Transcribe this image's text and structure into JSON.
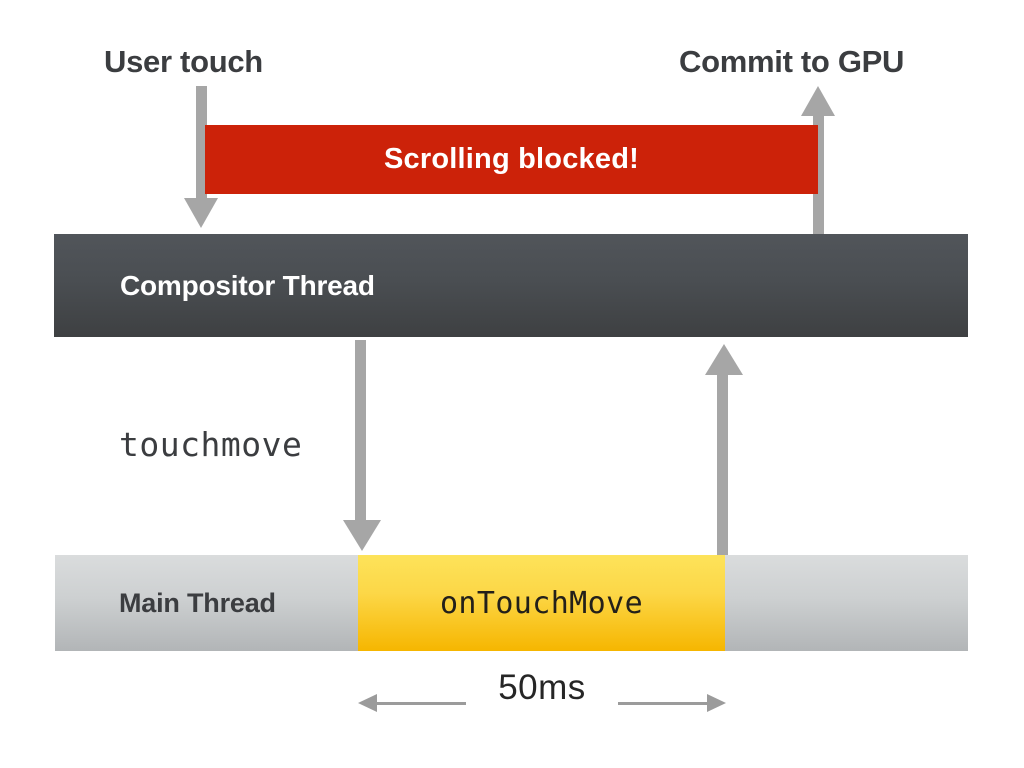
{
  "diagram": {
    "title_top_left": "User touch",
    "title_top_right": "Commit to GPU",
    "blocked_bar": {
      "label": "Scrolling blocked!",
      "color": "#cc2209"
    },
    "compositor": {
      "label": "Compositor Thread",
      "color_top": "#51555a",
      "color_bottom": "#3e4042",
      "text_color": "#ffffff"
    },
    "event_caption": "touchmove",
    "main_thread": {
      "label": "Main Thread",
      "color_top": "#dadcdd",
      "color_bottom": "#b2b5b7",
      "text_color": "#3b3d40",
      "task": {
        "label": "onTouchMove",
        "color_top": "#fde35a",
        "color_bottom": "#f6b600",
        "text_color": "#23201a"
      }
    },
    "measure": {
      "label": "50ms",
      "color": "#9b9b9b"
    },
    "arrows": {
      "color": "#a6a6a6",
      "user_touch_to_compositor": "down-arrow",
      "compositor_to_gpu": "up-arrow",
      "compositor_to_main": "down-arrow",
      "main_to_compositor": "up-arrow"
    }
  }
}
